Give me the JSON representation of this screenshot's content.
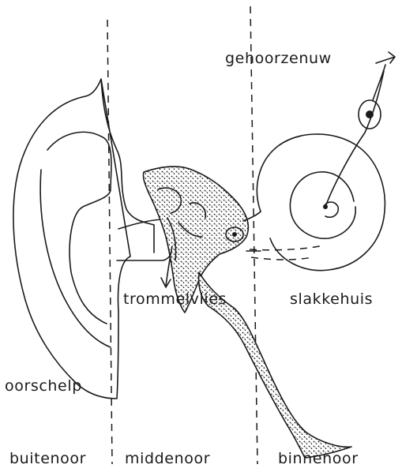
{
  "labels": {
    "gehoorzenuw": "gehoorzenuw",
    "trommelvlies": "trommelvlies",
    "slakkehuis": "slakkehuis",
    "oorschelp": "oorschelp",
    "buitenoor": "buitenoor",
    "middenoor": "middenoor",
    "binnenoor": "binnenoor"
  }
}
